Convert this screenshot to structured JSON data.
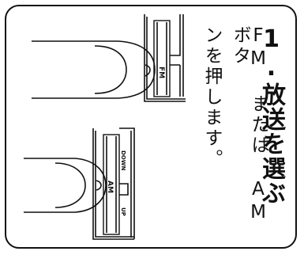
{
  "instruction": {
    "title": "1.放送を選ぶ",
    "line1": "FM または AM ボタ",
    "line2": "ンを押します。"
  },
  "illustration": {
    "fm_button_label": "FM",
    "am_button_label": "AM",
    "down_label": "DOWN",
    "up_label": "UP"
  }
}
